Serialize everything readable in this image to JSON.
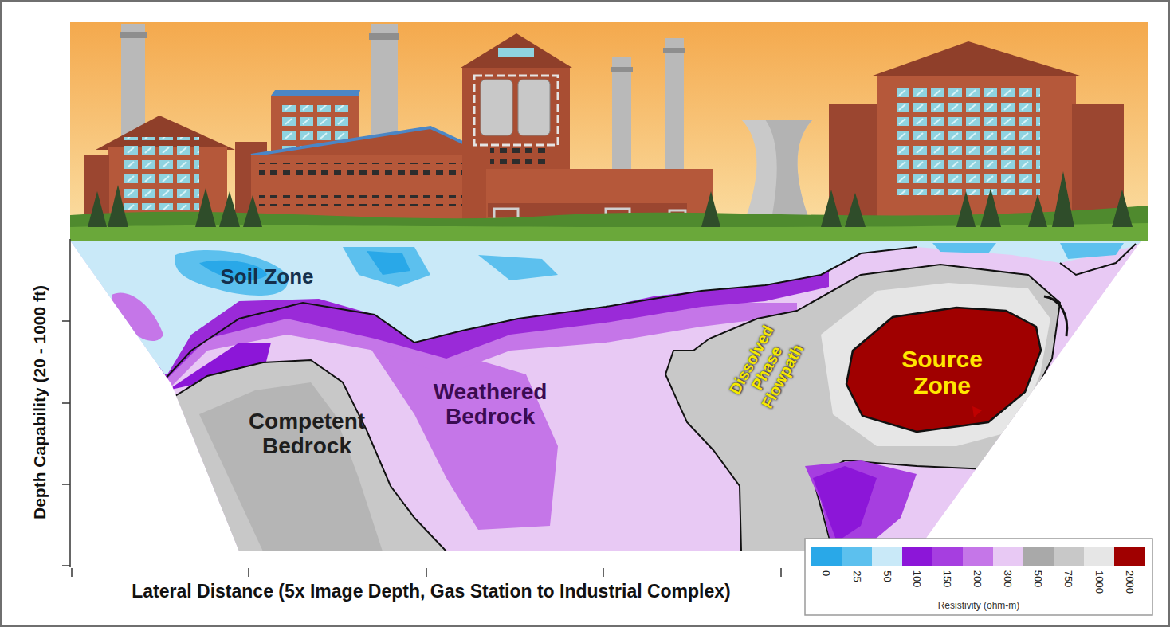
{
  "diagram": {
    "nodes": [
      {
        "text": [
          "Soil Zone"
        ]
      },
      {
        "text": [
          "Weathered Bedrock"
        ]
      },
      {
        "text": [
          "Competent Bedrock"
        ]
      },
      {
        "text": [
          "Dissolved Phase Flowpath"
        ]
      },
      {
        "text": [
          "Source Zone"
        ]
      }
    ],
    "labels": [
      "Depth Capability (20 - 1000 ft)",
      "Lateral Distance (5x Image Depth, Gas Station to Industrial Complex)",
      "Resistivity (ohm-m)"
    ],
    "legend": [
      {
        "text": "0",
        "color": "#29a8e8"
      },
      {
        "text": "25",
        "color": "#5cc0ee"
      },
      {
        "text": "50",
        "color": "#c9e9f8"
      },
      {
        "text": "100",
        "color": "#8c16d8"
      },
      {
        "text": "150",
        "color": "#a63ee0"
      },
      {
        "text": "200",
        "color": "#c576e8"
      },
      {
        "text": "300",
        "color": "#e8c9f4"
      },
      {
        "text": "500",
        "color": "#a9a9a9"
      },
      {
        "text": "750",
        "color": "#c8c8c8"
      },
      {
        "text": "1000",
        "color": "#e6e6e6"
      },
      {
        "text": "2000",
        "color": "#a00000"
      }
    ]
  }
}
